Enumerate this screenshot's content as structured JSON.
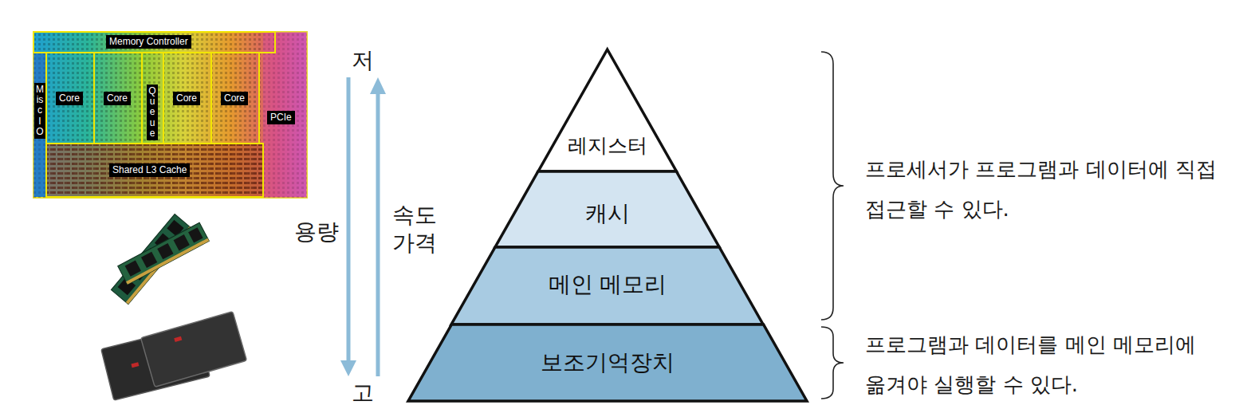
{
  "diagram": {
    "nodes": [
      {
        "text": [
          "레지스터"
        ]
      },
      {
        "text": [
          "캐시"
        ]
      },
      {
        "text": [
          "메인 메모리"
        ]
      },
      {
        "text": [
          "보조기억장치"
        ]
      }
    ],
    "labels": [
      "Memory Controller",
      "Misc IO",
      "Core",
      "Core",
      "Queue",
      "Core",
      "Core",
      "PCIe",
      "Shared L3 Cache",
      "저",
      "용량",
      "속도 가격",
      "고",
      "프로세서가 프로그램과 데이터에 직접 접근할 수 있다.",
      "프로그램과 데이터를 메인 메모리에 옮겨야 실행할 수 있다."
    ]
  }
}
